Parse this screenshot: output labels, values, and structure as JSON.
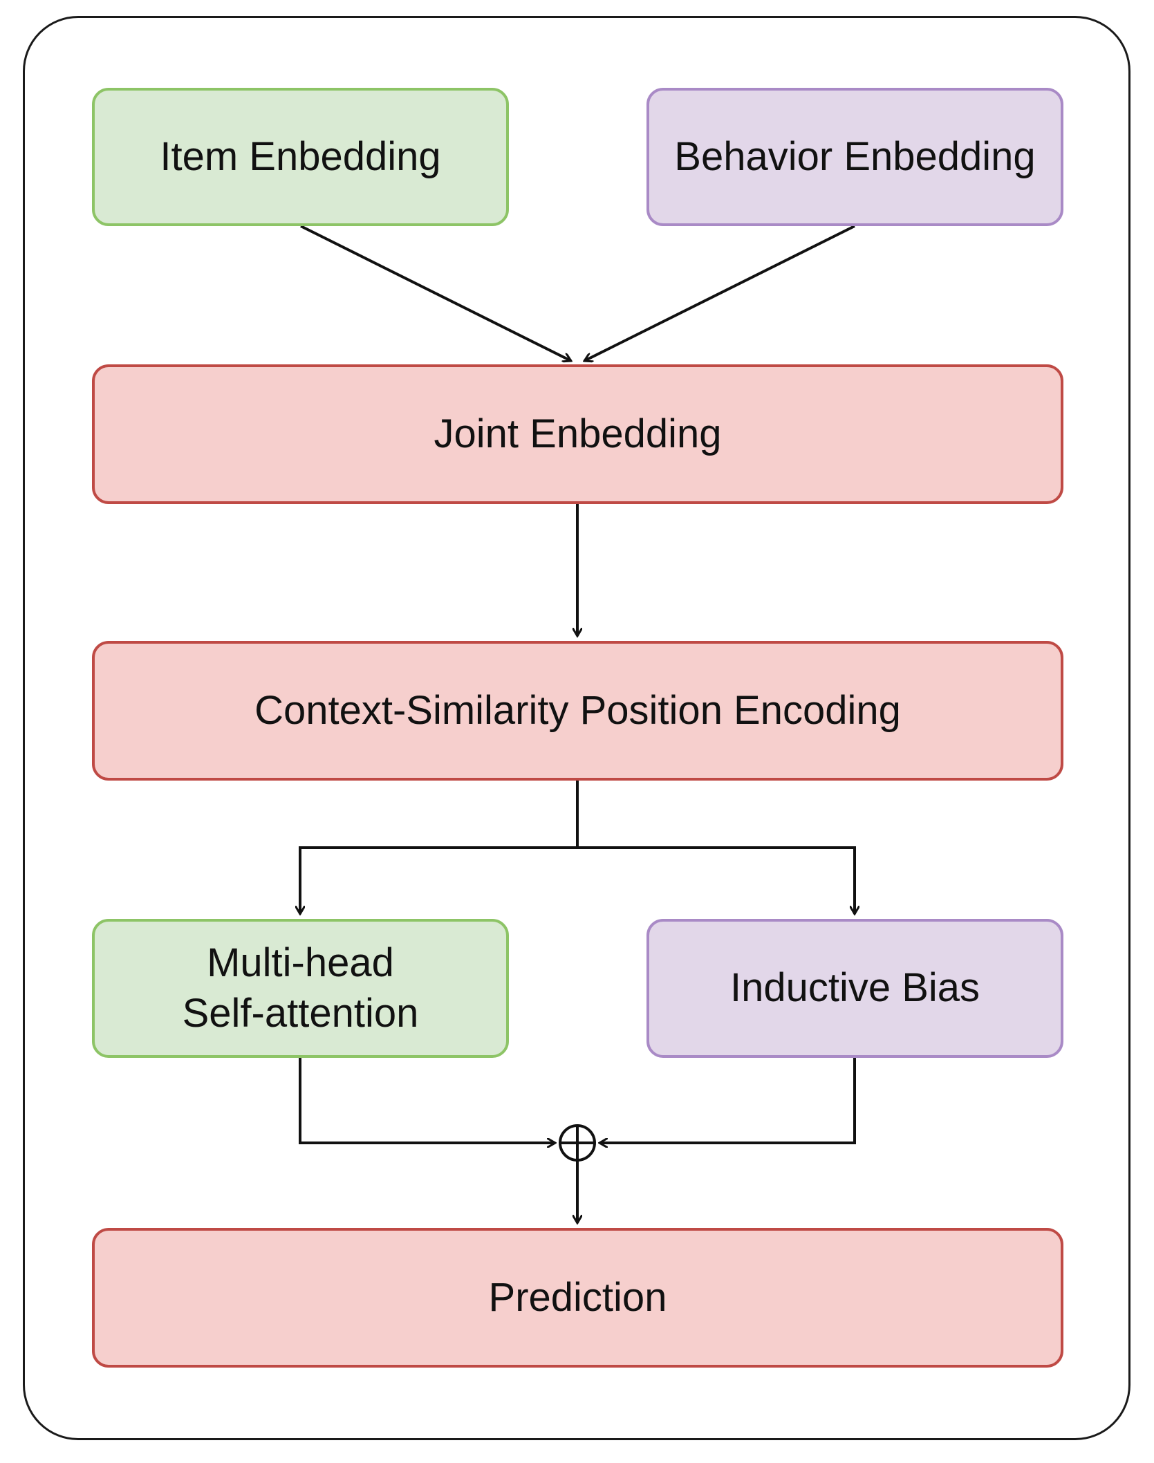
{
  "nodes": {
    "item_embedding": "Item Enbedding",
    "behavior_embedding": "Behavior Enbedding",
    "joint_embedding": "Joint Enbedding",
    "context_similarity": "Context-Similarity Position Encoding",
    "multi_head_line1": "Multi-head",
    "multi_head_line2": "Self-attention",
    "inductive_bias": "Inductive Bias",
    "prediction": "Prediction"
  },
  "colors": {
    "green_fill": "#d9ead3",
    "green_border": "#8dc466",
    "purple_fill": "#e2d7e9",
    "purple_border": "#a98ac6",
    "red_fill": "#f6cfcd",
    "red_border": "#bf4a45",
    "edge": "#111111"
  },
  "edges": [
    {
      "from": "item_embedding",
      "to": "joint_embedding"
    },
    {
      "from": "behavior_embedding",
      "to": "joint_embedding"
    },
    {
      "from": "joint_embedding",
      "to": "context_similarity"
    },
    {
      "from": "context_similarity",
      "to": "multi_head_self_attention"
    },
    {
      "from": "context_similarity",
      "to": "inductive_bias"
    },
    {
      "from": "multi_head_self_attention",
      "to": "sum_node"
    },
    {
      "from": "inductive_bias",
      "to": "sum_node"
    },
    {
      "from": "sum_node",
      "to": "prediction"
    }
  ],
  "sum_symbol": "oplus"
}
